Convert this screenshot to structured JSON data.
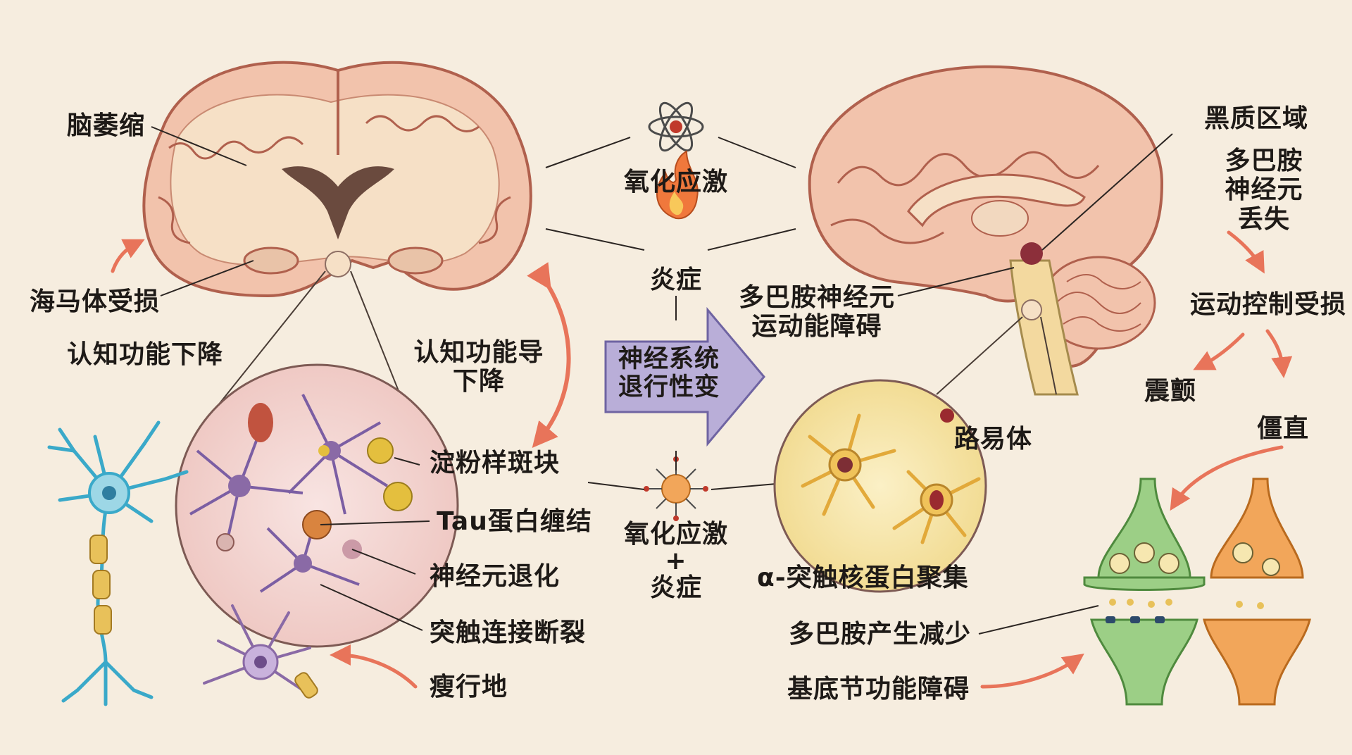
{
  "left_labels": {
    "brain_atrophy": "脑萎缩",
    "hippocampus_damage": "海马体受损",
    "cognitive_decline": "认知功能下降",
    "cognitive_decline_2": [
      "认知功能导",
      "下降"
    ],
    "amyloid_plaques": "淀粉样斑块",
    "tau_tangles": "Tau蛋白缠结",
    "neuron_degeneration": "神经元退化",
    "synapse_loss": "突触连接断裂",
    "shou_xing_di": "瘦行地"
  },
  "center_labels": {
    "oxidative_stress": "氧化应激",
    "inflammation": "炎症",
    "central_arrow": [
      "神经系统",
      "退行性变"
    ],
    "combined": [
      "氧化应激",
      "+",
      "炎症"
    ]
  },
  "right_labels": {
    "substantia_nigra": "黑质区域",
    "dopamine_neuron_loss": [
      "多巴胺",
      "神经元",
      "丢失"
    ],
    "dopamine_motor_impairment": [
      "多巴胺神经元",
      "运动能障碍"
    ],
    "motor_control_damage": "运动控制受损",
    "tremor": "震颤",
    "rigidity": "僵直",
    "lewy_body": "路易体",
    "alpha_synuclein": "α-突触核蛋白聚集",
    "dopamine_reduction": "多巴胺产生减少",
    "basal_ganglia_dysfunction": "基底节功能障碍"
  },
  "colors": {
    "background": "#f6eddf",
    "brain_fill": "#f2c3ac",
    "brain_stroke": "#b0604d",
    "arrow_orange": "#e8745a",
    "center_arrow": "#b9aed8",
    "neuron_blue": "#3aa9c9",
    "neuron_purple": "#8a6aa6",
    "neuron_yellow": "#e2a93a",
    "synapse_green": "#9ccf86",
    "synapse_orange": "#f2a65a"
  },
  "icons": [
    "atom-icon",
    "flame-icon",
    "cytokine-icon"
  ]
}
